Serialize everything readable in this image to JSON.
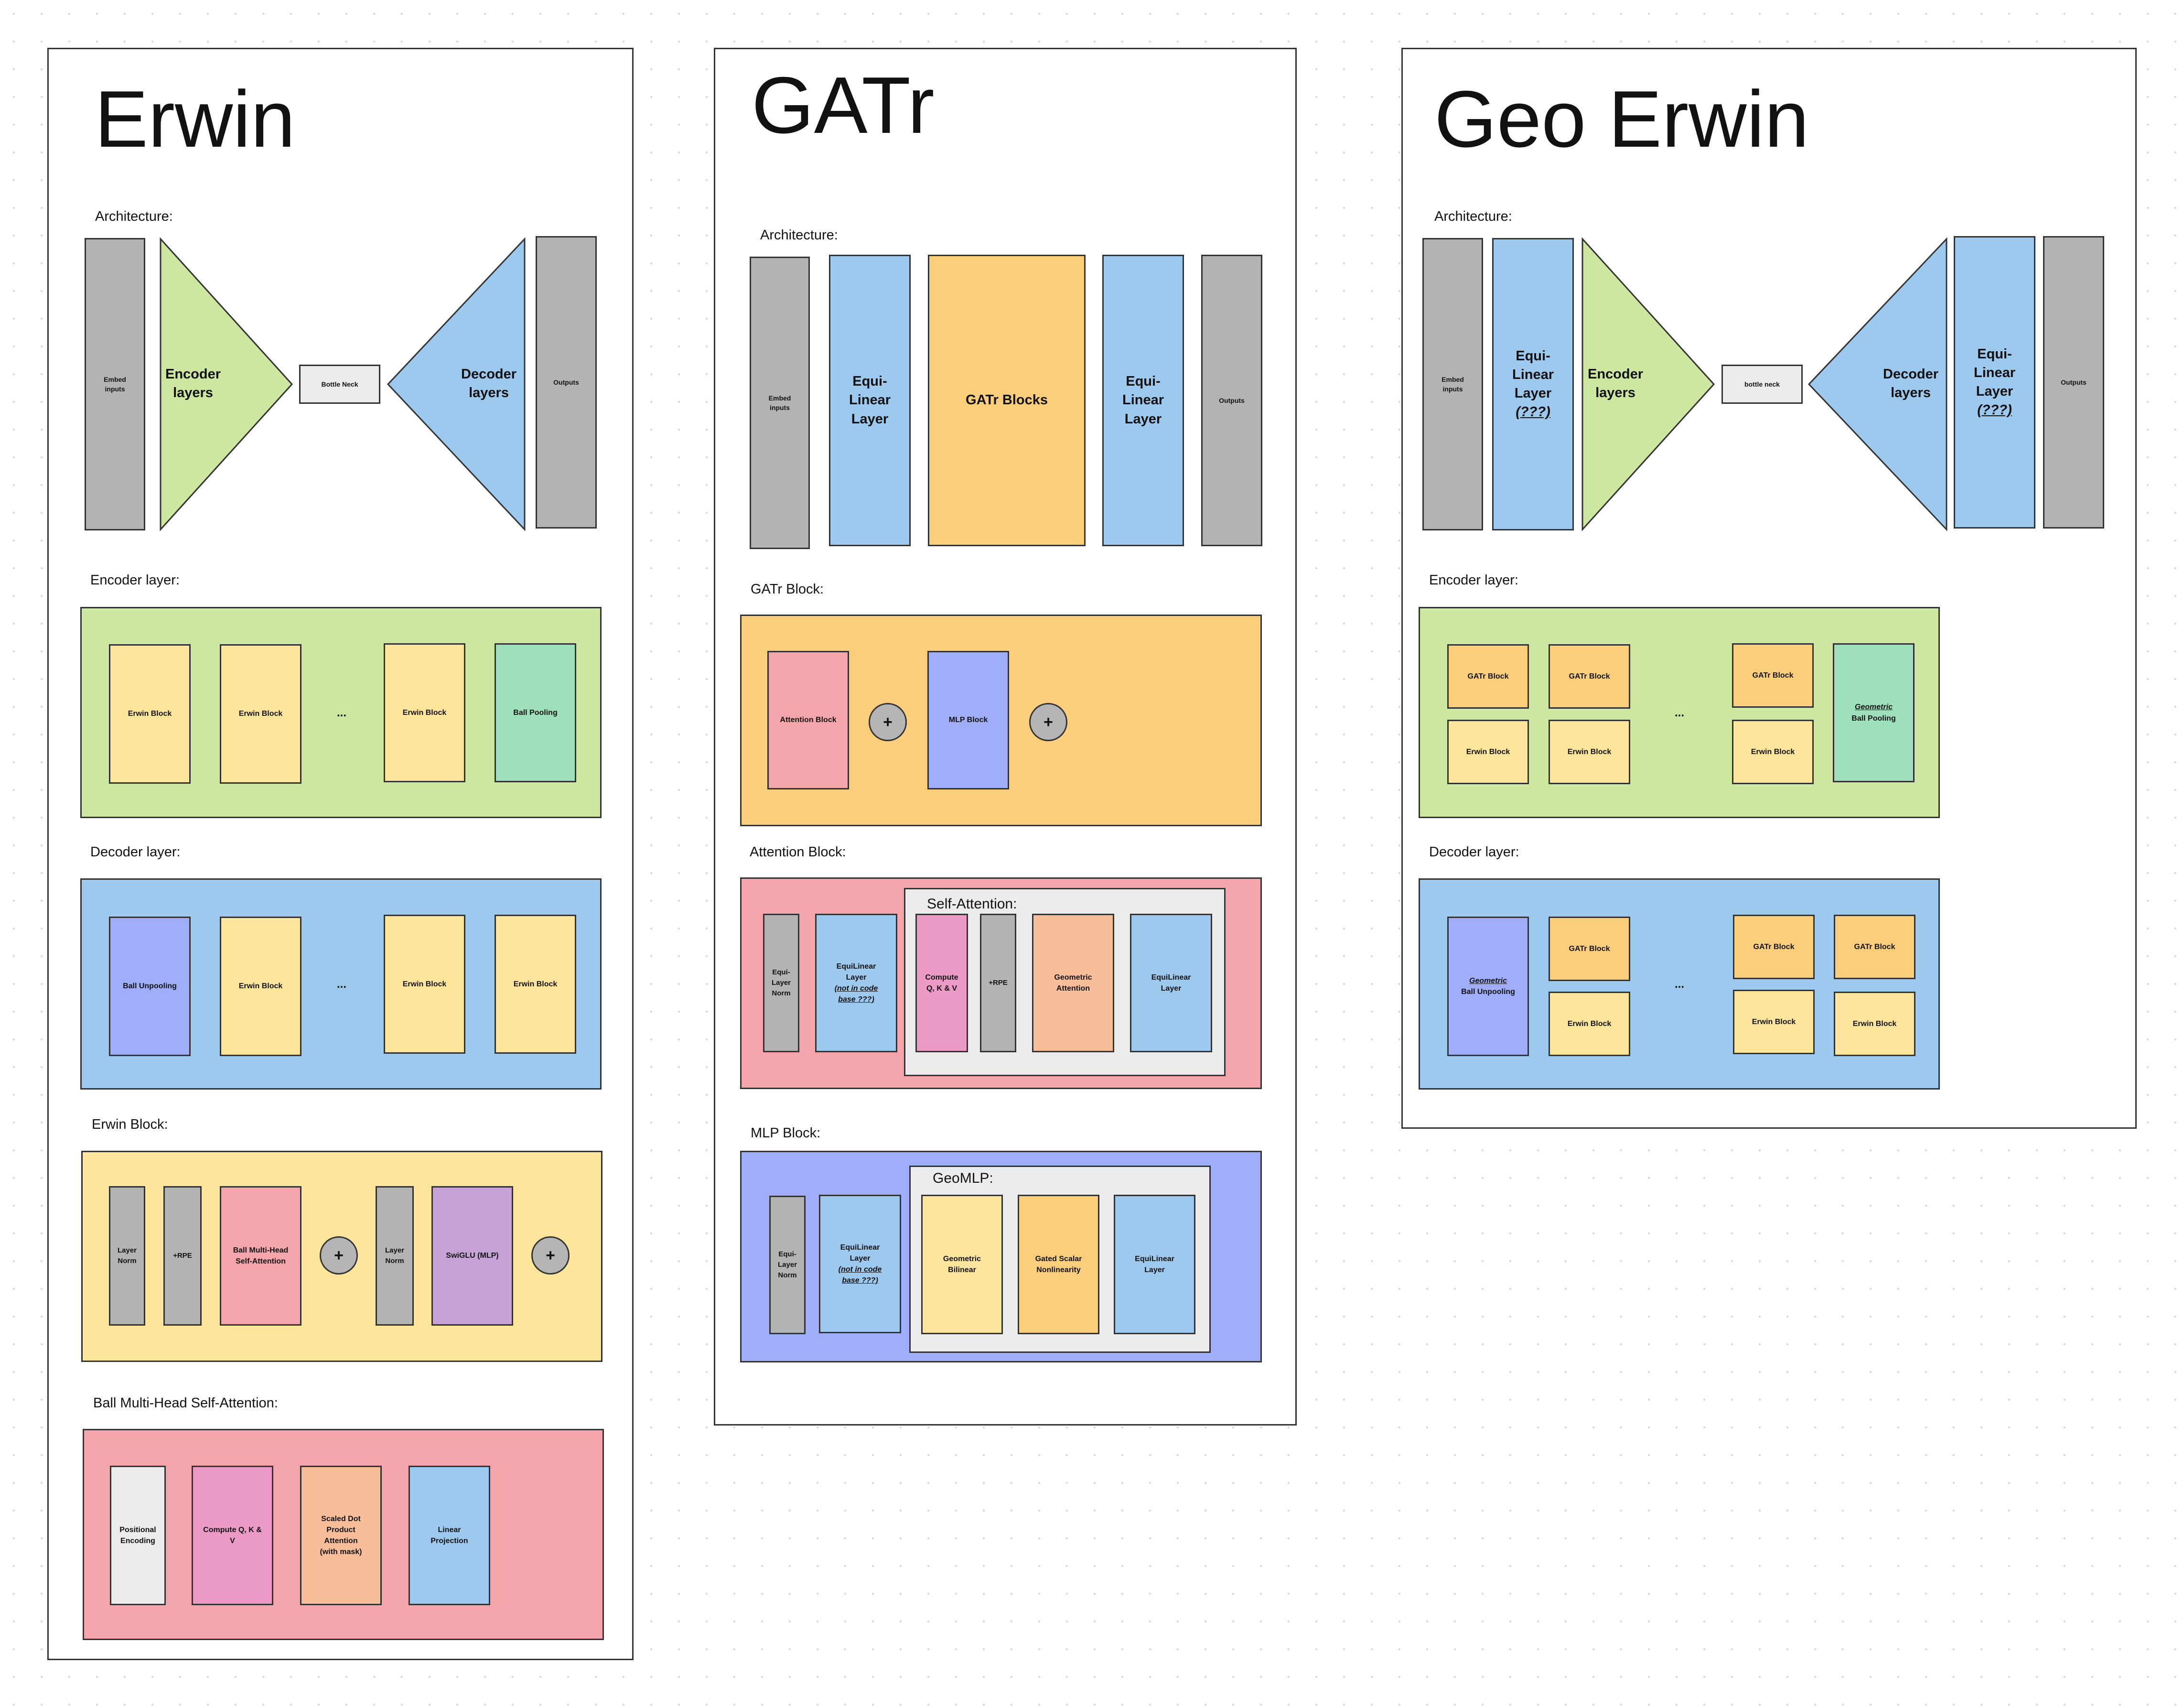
{
  "colors": {
    "gray": "#b3b3b3",
    "green": "#cde6a0",
    "blue": "#9dc9ee",
    "yellow": "#fde69b",
    "orange": "#fbce7b",
    "teal": "#9fe0bc",
    "periwinkle": "#a0adf8",
    "pink": "#f4a5ab",
    "purple": "#c6a2d6",
    "light_gray": "#ececec",
    "magenta": "#eb9bc6",
    "peach": "#f8bd99"
  },
  "erwin": {
    "title": "Erwin",
    "architecture_label": "Architecture:",
    "embed_inputs": [
      "Embed",
      "inputs"
    ],
    "encoder_layers": [
      "Encoder",
      "layers"
    ],
    "bottle_neck": "Bottle Neck",
    "decoder_layers": [
      "Decoder",
      "layers"
    ],
    "outputs": "Outputs",
    "encoder_layer_label": "Encoder layer:",
    "encoder_blocks": [
      "Erwin Block",
      "Erwin Block",
      "...",
      "Erwin Block",
      "Ball Pooling"
    ],
    "decoder_layer_label": "Decoder layer:",
    "decoder_blocks": [
      "Ball Unpooling",
      "Erwin Block",
      "...",
      "Erwin Block",
      "Erwin Block"
    ],
    "erwin_block_label": "Erwin Block:",
    "erwin_block": {
      "layer_norm_1": [
        "Layer",
        "Norm"
      ],
      "rpe": "+RPE",
      "ball_mhsa": [
        "Ball Multi-Head",
        "Self-Attention"
      ],
      "plus_1": "+",
      "layer_norm_2": [
        "Layer",
        "Norm"
      ],
      "swiglu": "SwiGLU (MLP)",
      "plus_2": "+"
    },
    "ball_mhsa_label": "Ball Multi-Head Self-Attention:",
    "ball_mhsa": {
      "positional": [
        "Positional",
        "Encoding"
      ],
      "compute_qkv": [
        "Compute Q, K &",
        "V"
      ],
      "sdpa": [
        "Scaled Dot",
        "Product",
        "Attention",
        "(with mask)"
      ],
      "linear": [
        "Linear",
        "Projection"
      ]
    }
  },
  "gatr": {
    "title": "GATr",
    "architecture_label": "Architecture:",
    "embed_inputs": [
      "Embed",
      "inputs"
    ],
    "equi_linear": [
      "Equi-",
      "Linear",
      "Layer"
    ],
    "gatr_blocks": "GATr Blocks",
    "outputs": "Outputs",
    "gatr_block_label": "GATr Block:",
    "gatr_block": {
      "attention": "Attention Block",
      "plus_1": "+",
      "mlp": "MLP Block",
      "plus_2": "+"
    },
    "attention_block_label": "Attention Block:",
    "attention_block": {
      "equi_norm": [
        "Equi-",
        "Layer",
        "Norm"
      ],
      "equilinear_1": [
        "EquiLinear",
        "Layer"
      ],
      "not_in_code": [
        "(not in code",
        "base ???)"
      ],
      "self_attention_label": "Self-Attention:",
      "compute_qkv": [
        "Compute",
        "Q, K & V"
      ],
      "rpe": "+RPE",
      "geometric_attention": [
        "Geometric",
        "Attention"
      ],
      "equilinear_2": [
        "EquiLinear",
        "Layer"
      ]
    },
    "mlp_block_label": "MLP Block:",
    "mlp_block": {
      "equi_norm": [
        "Equi-",
        "Layer",
        "Norm"
      ],
      "equilinear_1": [
        "EquiLinear",
        "Layer"
      ],
      "not_in_code": [
        "(not in code",
        "base ???)"
      ],
      "geomlp_label": "GeoMLP:",
      "geometric_bilinear": [
        "Geometric",
        "Bilinear"
      ],
      "gated_scalar": [
        "Gated Scalar",
        "Nonlinearity"
      ],
      "equilinear_2": [
        "EquiLinear",
        "Layer"
      ]
    }
  },
  "geo_erwin": {
    "title": "Geo Erwin",
    "architecture_label": "Architecture:",
    "embed_inputs": [
      "Embed",
      "inputs"
    ],
    "equi_linear": [
      "Equi-",
      "Linear",
      "Layer"
    ],
    "question": "(???)",
    "encoder_layers": [
      "Encoder",
      "layers"
    ],
    "bottle_neck": "bottle neck",
    "decoder_layers": [
      "Decoder",
      "layers"
    ],
    "outputs": "Outputs",
    "encoder_layer_label": "Encoder layer:",
    "gatr_block": "GATr Block",
    "erwin_block": "Erwin Block",
    "dots": "...",
    "geometric": "Geometric",
    "ball_pooling": "Ball Pooling",
    "decoder_layer_label": "Decoder layer:",
    "ball_unpooling": "Ball Unpooling"
  }
}
